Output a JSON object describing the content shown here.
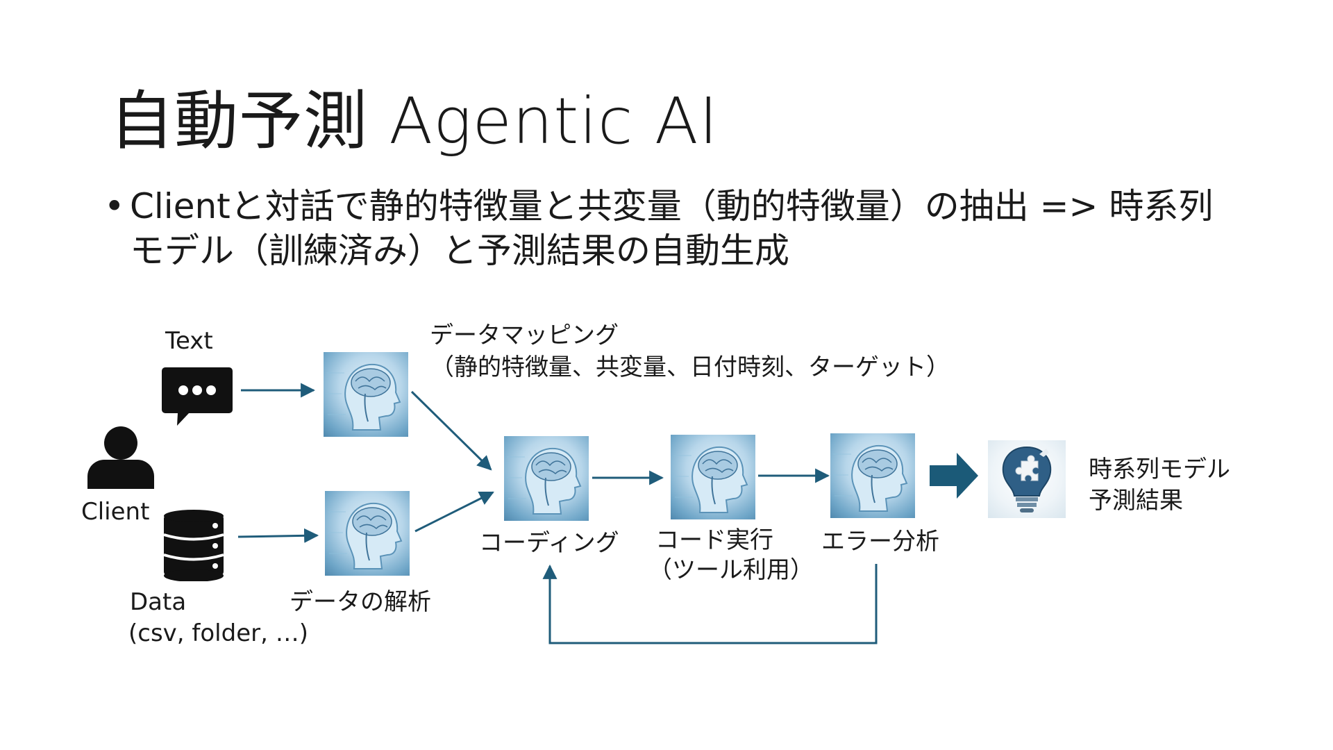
{
  "slide": {
    "title": "自動予測 Agentic AI",
    "bullet_marker": "•",
    "bullet_text": "Clientと対話で静的特徴量と共変量（動的特徴量）の抽出 => 時系列モデル（訓練済み）と予測結果の自動生成"
  },
  "diagram": {
    "text_label": "Text",
    "client_label": "Client",
    "data_label_1": "Data",
    "data_label_2": "(csv, folder, …)",
    "mapping_label_1": "データマッピング",
    "mapping_label_2": "（静的特徴量、共変量、日付時刻、ターゲット）",
    "analysis_label": "データの解析",
    "coding_label": "コーディング",
    "exec_label_1": "コード実行",
    "exec_label_2": "（ツール利用）",
    "error_label": "エラー分析",
    "output_label_1": "時系列モデル",
    "output_label_2": "予測結果"
  },
  "icons": {
    "chat": "chat-bubble-icon",
    "person": "person-icon",
    "database": "database-icon",
    "brain": "ai-brain-icon",
    "bulb": "lightbulb-puzzle-icon",
    "arrow": "thick-arrow-icon"
  },
  "colors": {
    "connector": "#1f5c7a",
    "big_arrow": "#1b5a78",
    "text": "#1a1a1a"
  }
}
